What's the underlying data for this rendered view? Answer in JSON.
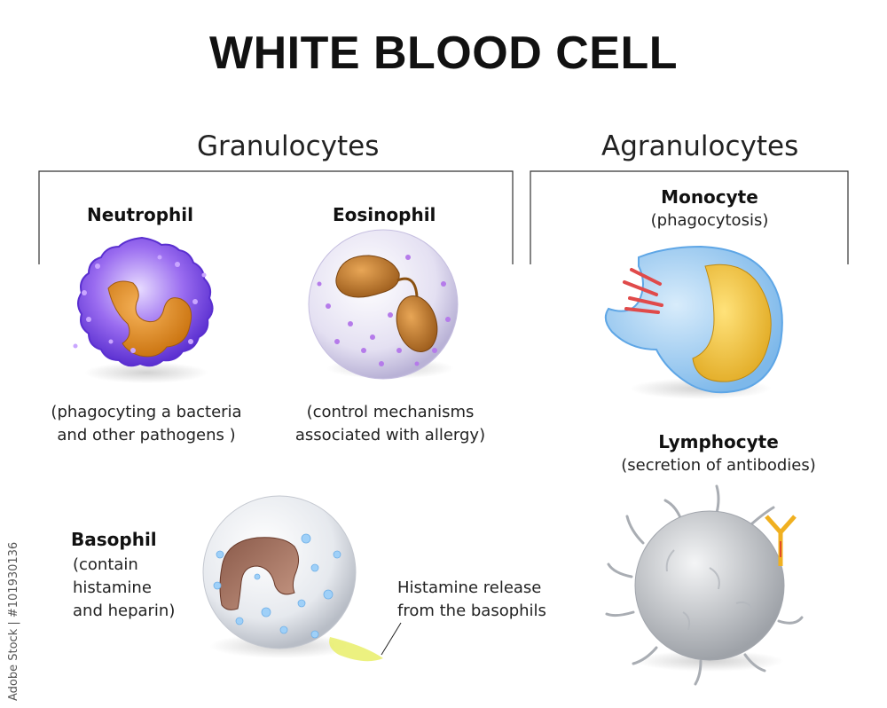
{
  "title": "WHITE BLOOD CELL",
  "groups": {
    "granulocytes": "Granulocytes",
    "agranulocytes": "Agranulocytes"
  },
  "cells": {
    "neutrophil": {
      "name": "Neutrophil",
      "desc": [
        "(phagocyting a bacteria",
        "and other pathogens )"
      ]
    },
    "eosinophil": {
      "name": "Eosinophil",
      "desc": [
        "(control mechanisms",
        "associated with allergy)"
      ]
    },
    "basophil": {
      "name": "Basophil",
      "desc": [
        "(contain",
        "histamine",
        "and heparin)"
      ]
    },
    "monocyte": {
      "name": "Monocyte",
      "desc": "(phagocytosis)"
    },
    "lymphocyte": {
      "name": "Lymphocyte",
      "desc": "(secretion of antibodies)"
    }
  },
  "annotation": [
    "Histamine release",
    "from the basophils"
  ],
  "watermark": "Adobe Stock | #101930136",
  "colors": {
    "neutrophil": "#7b4ee8",
    "eosinophil": "#dcd6ee",
    "monocyte": "#8fc8f2",
    "lymphocyte": "#c4c6c9",
    "nucleus": "#e58a1e",
    "granule": "#b57bea"
  }
}
